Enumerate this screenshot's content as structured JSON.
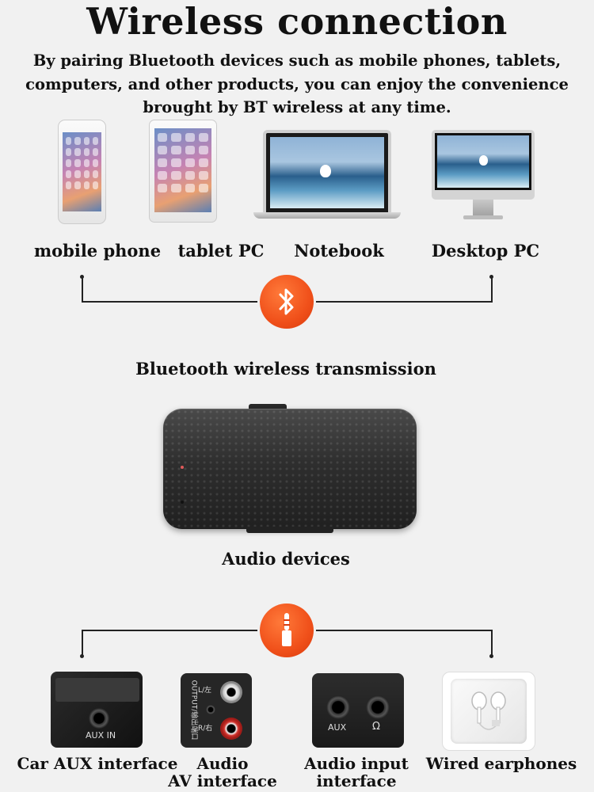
{
  "header": {
    "title": "Wireless connection",
    "subtitle": "By pairing Bluetooth devices such as mobile phones, tablets, computers, and other products, you can enjoy the convenience brought by BT wireless at any time."
  },
  "sources": [
    {
      "label": "mobile phone",
      "icon": "smartphone-icon"
    },
    {
      "label": "tablet PC",
      "icon": "tablet-icon"
    },
    {
      "label": "Notebook",
      "icon": "laptop-icon"
    },
    {
      "label": "Desktop PC",
      "icon": "desktop-icon"
    }
  ],
  "bluetooth_caption": "Bluetooth wireless transmission",
  "device_caption": "Audio devices",
  "outputs": [
    {
      "label": "Car AUX interface",
      "icon": "car-aux-port-icon",
      "port_text": "AUX IN"
    },
    {
      "label_line1": "Audio",
      "label_line2": "AV interface",
      "icon": "rca-port-icon",
      "port_text": "OUTPUT/输出端口",
      "l_text": "L/左",
      "r_text": "R/右"
    },
    {
      "label_line1": "Audio input",
      "label_line2": "interface",
      "icon": "aux-input-port-icon",
      "aux_text": "AUX"
    },
    {
      "label": "Wired earphones",
      "icon": "earphones-icon"
    }
  ],
  "colors": {
    "accent": "#f0501a",
    "background": "#f1f1f1",
    "text": "#111111"
  }
}
